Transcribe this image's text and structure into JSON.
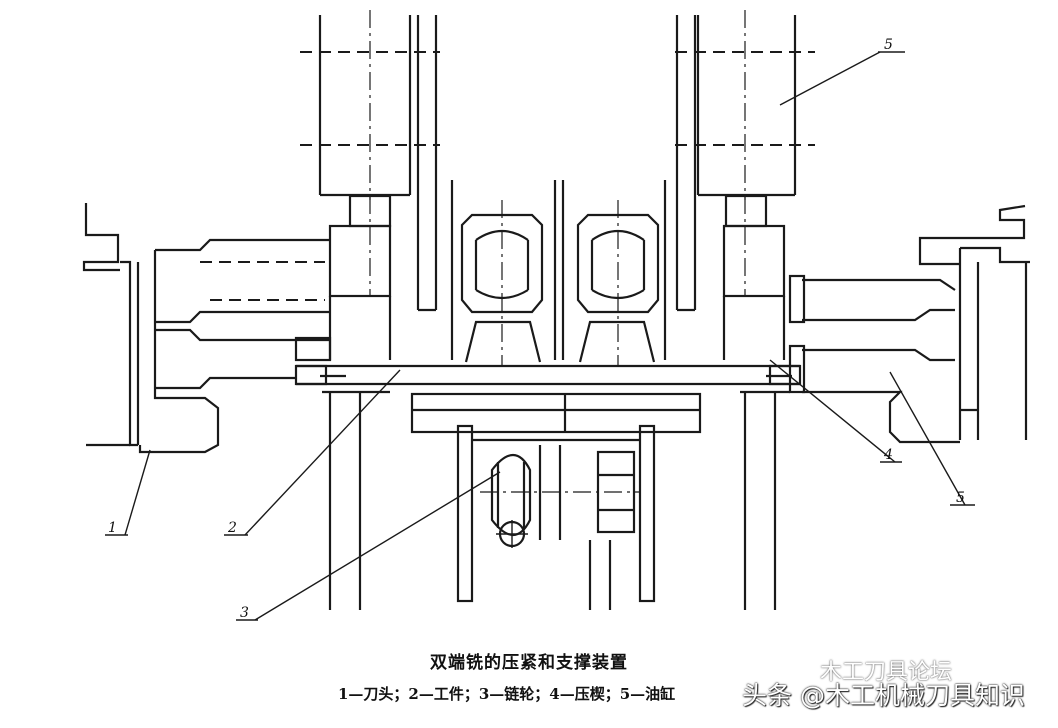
{
  "caption": {
    "title": "双端铣的压紧和支撑装置",
    "legend": "1—刀头；2—工件；3—链轮；4—压楔；5—油缸"
  },
  "labels": {
    "l1": "1",
    "l2": "2",
    "l3": "3",
    "l4": "4",
    "l5a": "5",
    "l5b": "5"
  },
  "watermark": {
    "main": "头条 @木工机械刀具知识",
    "top": "木工刀具论坛"
  }
}
